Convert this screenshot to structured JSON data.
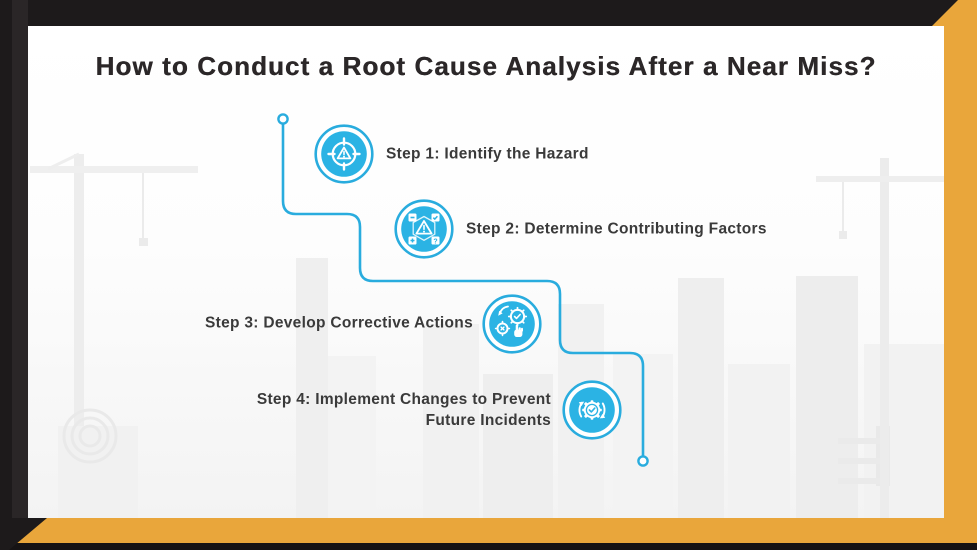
{
  "title": "How to Conduct a Root Cause Analysis After a Near Miss?",
  "steps": [
    {
      "icon": "hazard-target-icon",
      "lines": [
        "Step 1: Identify the Hazard"
      ]
    },
    {
      "icon": "contributing-factors-icon",
      "lines": [
        "Step 2: Determine Contributing Factors"
      ]
    },
    {
      "icon": "corrective-actions-gears-icon",
      "lines": [
        "Step 3: Develop Corrective Actions"
      ]
    },
    {
      "icon": "implement-cycle-icon",
      "lines": [
        "Step 4: Implement Changes to Prevent",
        "Future Incidents"
      ]
    }
  ],
  "colors": {
    "accent_cyan": "#29ACDE",
    "icon_fill_cyan": "#2BB3E4",
    "accent_yellow": "#E9A63B",
    "frame_black": "#1D1A1B",
    "title_text": "#2B2728",
    "step_text": "#3A3A3A"
  }
}
